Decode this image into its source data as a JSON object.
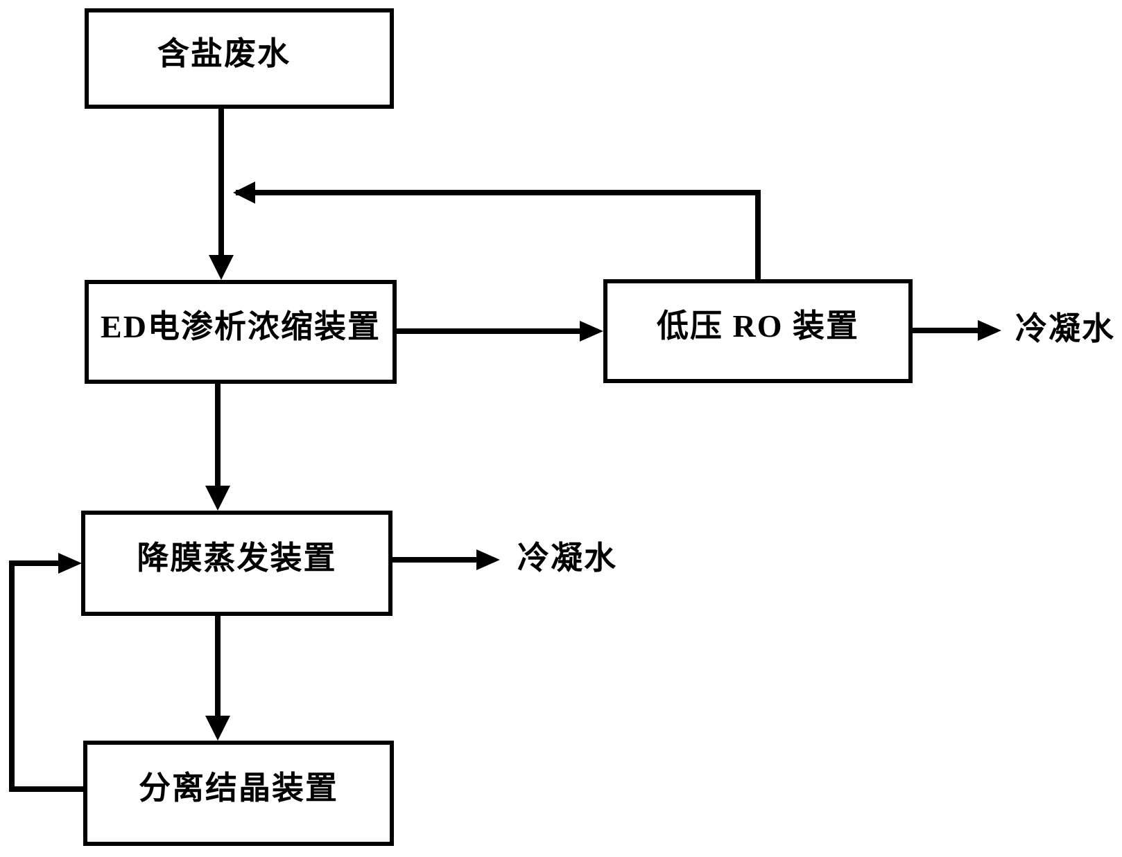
{
  "diagram": {
    "background": "#ffffff",
    "line_color": "#000000",
    "nodes": {
      "saline_wastewater": {
        "label": "含盐废水"
      },
      "ed_unit": {
        "label": "ED电渗析浓缩装置"
      },
      "ro_unit": {
        "label": "低压 RO 装置"
      },
      "falling_film_evaporator": {
        "label": "降膜蒸发装置"
      },
      "separation_crystallizer": {
        "label": "分离结晶装置"
      }
    },
    "labels": {
      "condensate_ro": "冷凝水",
      "condensate_evaporator": "冷凝水"
    }
  }
}
